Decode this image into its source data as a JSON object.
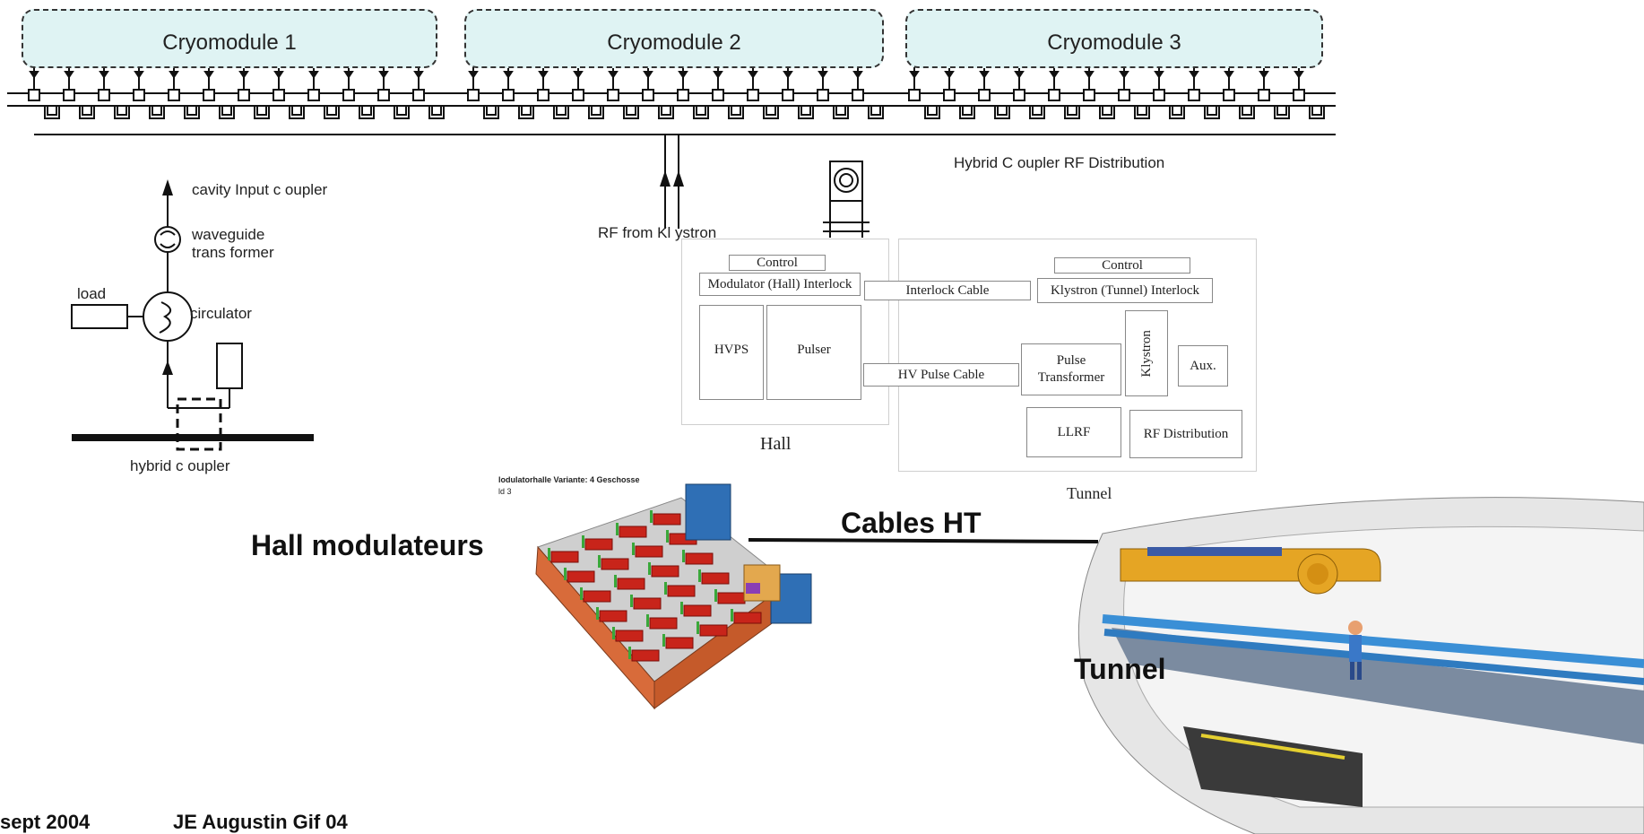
{
  "cryomodules": [
    "Cryomodule 1",
    "Cryomodule 2",
    "Cryomodule 3"
  ],
  "rf_distribution": {
    "title": "Hybrid C oupler RF Distribution",
    "rf_source": "RF from Kl ystron"
  },
  "coupler_detail": {
    "cavity": "cavity Input c oupler",
    "waveguide": "waveguide",
    "transformer": "trans former",
    "load": "load",
    "circulator": "circulator",
    "hybrid": "hybrid c oupler"
  },
  "block_diagram": {
    "hall_control": "Control",
    "hall_interlock": "Modulator (Hall) Interlock",
    "hvps": "HVPS",
    "pulser": "Pulser",
    "interlock_cable": "Interlock Cable",
    "hv_cable": "HV Pulse Cable",
    "tunnel_control": "Control",
    "tunnel_interlock": "Klystron (Tunnel) Interlock",
    "pulse_transformer": "Pulse Transformer",
    "klystron": "Klystron",
    "aux": "Aux.",
    "llrf": "LLRF",
    "rf_dist": "RF Distribution",
    "hall": "Hall",
    "tunnel": "Tunnel"
  },
  "bottom": {
    "caption": "lodulatorhalle Variante: 4 Geschosse",
    "caption2": "ld 3",
    "hall_modulateurs": "Hall modulateurs",
    "cables_ht": "Cables HT",
    "tunnel": "Tunnel"
  },
  "footer": {
    "date": "sept 2004",
    "author": "JE Augustin  Gif 04"
  }
}
